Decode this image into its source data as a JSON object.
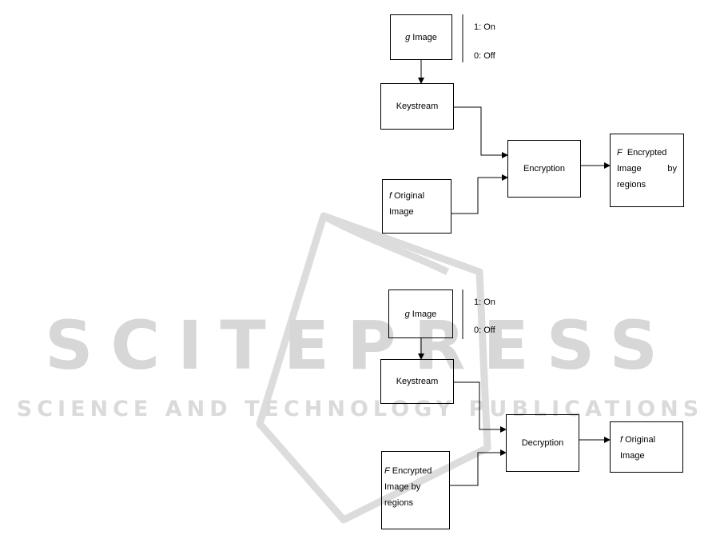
{
  "watermark": {
    "main": "SCITEPRESS",
    "sub": "SCIENCE AND TECHNOLOGY PUBLICATIONS"
  },
  "encryption_diagram": {
    "g_image": {
      "var": "g",
      "text": " Image"
    },
    "switch_on": "1: On",
    "switch_off": "0: Off",
    "keystream": "Keystream",
    "f_original": {
      "var": "f",
      "text": " Original",
      "line2": "Image"
    },
    "process": "Encryption",
    "output": {
      "var": "F",
      "text": "  Encrypted",
      "line2a": "Image",
      "line2b": "by",
      "line3": "regions"
    }
  },
  "decryption_diagram": {
    "g_image": {
      "var": "g",
      "text": " Image"
    },
    "switch_on": "1: On",
    "switch_off": "0: Off",
    "keystream": "Keystream",
    "F_encrypted": {
      "var": "F",
      "text": " Encrypted",
      "line2": "Image by",
      "line3": "regions"
    },
    "process": "Decryption",
    "output": {
      "var": "f",
      "text": " Original",
      "line2": "Image"
    }
  }
}
